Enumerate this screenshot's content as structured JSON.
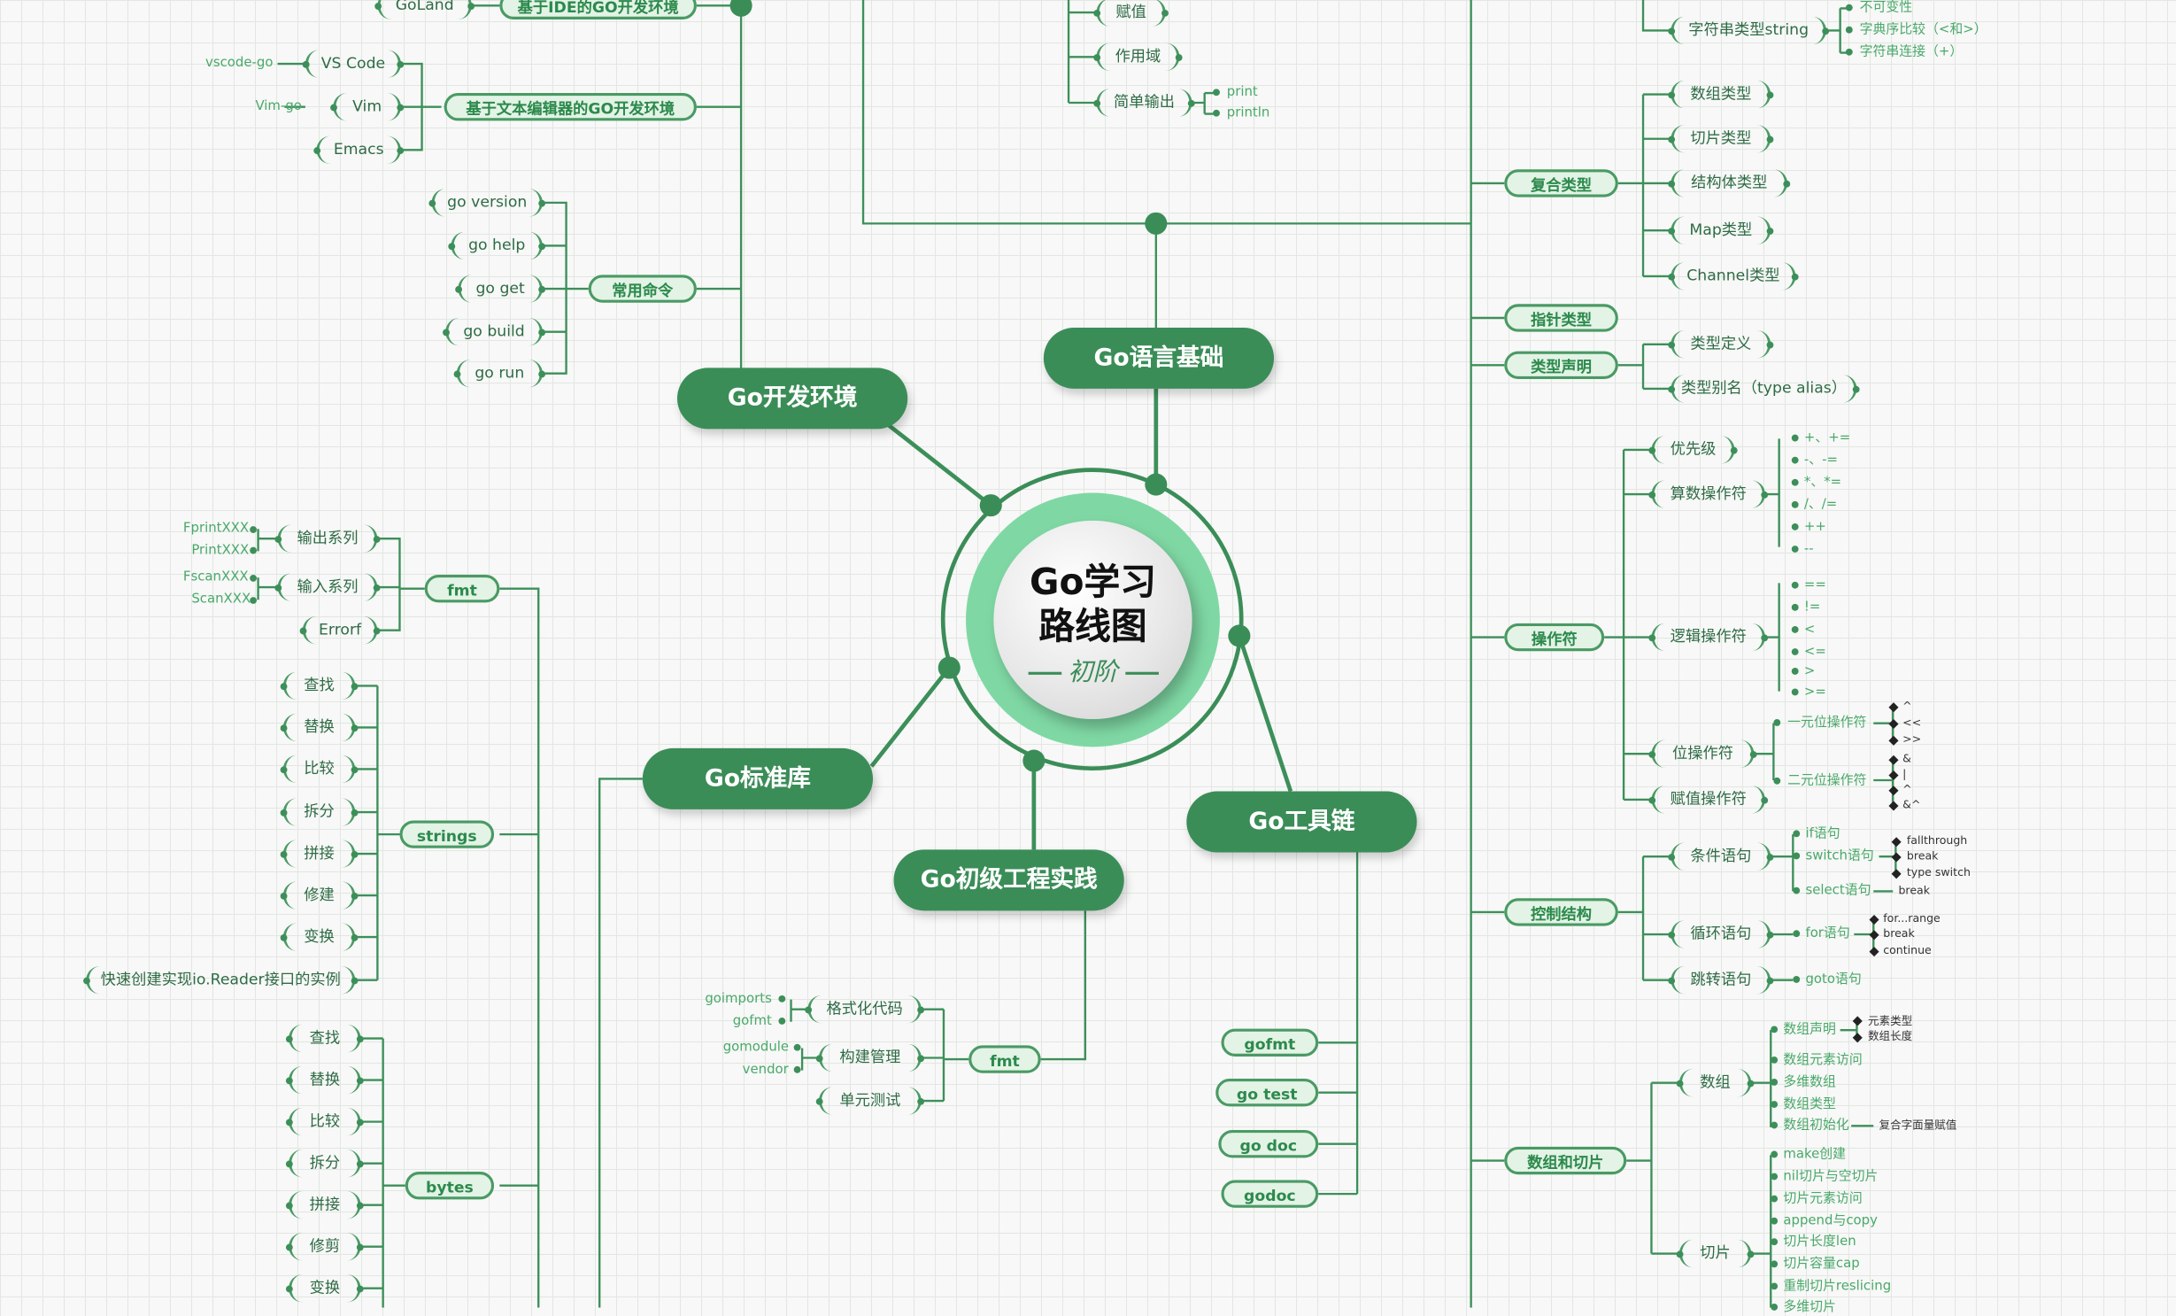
{
  "center": {
    "title1": "Go学习",
    "title2": "路线图",
    "subtitle": "初阶"
  },
  "main": {
    "env": "Go开发环境",
    "basic": "Go语言基础",
    "stdlib": "Go标准库",
    "practice": "Go初级工程实践",
    "toolchain": "Go工具链"
  },
  "env": {
    "goland": "GoLand",
    "ide": "基于IDE的GO开发环境",
    "vscode_go": "vscode-go",
    "vscode": "VS Code",
    "vim_go": "Vim-go",
    "vim": "Vim",
    "emacs": "Emacs",
    "text_editor": "基于文本编辑器的GO开发环境",
    "commands": "常用命令",
    "cmd": [
      "go version",
      "go help",
      "go get",
      "go build",
      "go run"
    ]
  },
  "basic_top": {
    "assign": "赋值",
    "scope": "作用域",
    "output": "简单输出",
    "print": "print",
    "println": "println"
  },
  "string_type": {
    "label": "字符串类型string",
    "items": [
      "不可变性",
      "字典序比较（<和>）",
      "字符串连接（+）"
    ]
  },
  "composite": {
    "label": "复合类型",
    "items": [
      "数组类型",
      "切片类型",
      "结构体类型",
      "Map类型",
      "Channel类型"
    ]
  },
  "pointer": "指针类型",
  "typedecl": {
    "label": "类型声明",
    "items": [
      "类型定义",
      "类型别名（type alias）"
    ]
  },
  "operators": {
    "label": "操作符",
    "priority": "优先级",
    "arith": "算数操作符",
    "arith_items": [
      "+、+=",
      "-、-=",
      "*、*=",
      "/、/=",
      "++",
      "--"
    ],
    "logic": "逻辑操作符",
    "logic_items": [
      "==",
      "!=",
      "<",
      "<=",
      ">",
      ">="
    ],
    "bit": "位操作符",
    "unary": "一元位操作符",
    "unary_items": [
      "^",
      "<<",
      ">>"
    ],
    "binary": "二元位操作符",
    "binary_items": [
      "&",
      "|",
      "^",
      "&^"
    ],
    "assign_op": "赋值操作符"
  },
  "control": {
    "label": "控制结构",
    "cond": "条件语句",
    "if": "if语句",
    "switch": "switch语句",
    "switch_items": [
      "fallthrough",
      "break",
      "type switch"
    ],
    "select": "select语句",
    "select_break": "break",
    "loop": "循环语句",
    "for": "for语句",
    "for_items": [
      "for...range",
      "break",
      "continue"
    ],
    "jump": "跳转语句",
    "goto": "goto语句"
  },
  "arrslice": {
    "label": "数组和切片",
    "array": "数组",
    "array_decl": "数组声明",
    "decl_items": [
      "元素类型",
      "数组长度"
    ],
    "array_items": [
      "数组元素访问",
      "多维数组",
      "数组类型"
    ],
    "array_init": "数组初始化",
    "array_init_note": "复合字面量赋值",
    "slice": "切片",
    "slice_items": [
      "make创建",
      "nil切片与空切片",
      "切片元素访问",
      "append与copy",
      "切片长度len",
      "切片容量cap",
      "重制切片reslicing",
      "多维切片"
    ]
  },
  "fmt": {
    "label": "fmt",
    "output": "输出系列",
    "input": "输入系列",
    "errorf": "Errorf",
    "fprintxxx": "FprintXXX",
    "printxxx": "PrintXXX",
    "fscanxxx": "FscanXXX",
    "scanxxx": "ScanXXX"
  },
  "strings": {
    "label": "strings",
    "items": [
      "查找",
      "替换",
      "比较",
      "拆分",
      "拼接",
      "修建",
      "变换"
    ],
    "reader": "快速创建实现io.Reader接口的实例"
  },
  "bytes": {
    "label": "bytes",
    "items": [
      "查找",
      "替换",
      "比较",
      "拆分",
      "拼接",
      "修剪",
      "变换"
    ]
  },
  "practice_fmt": {
    "label": "fmt",
    "format": "格式化代码",
    "build": "构建管理",
    "test": "单元测试",
    "goimports": "goimports",
    "gofmt": "gofmt",
    "gomodule": "gomodule",
    "vendor": "vendor"
  },
  "tools": [
    "gofmt",
    "go test",
    "go doc",
    "godoc"
  ]
}
